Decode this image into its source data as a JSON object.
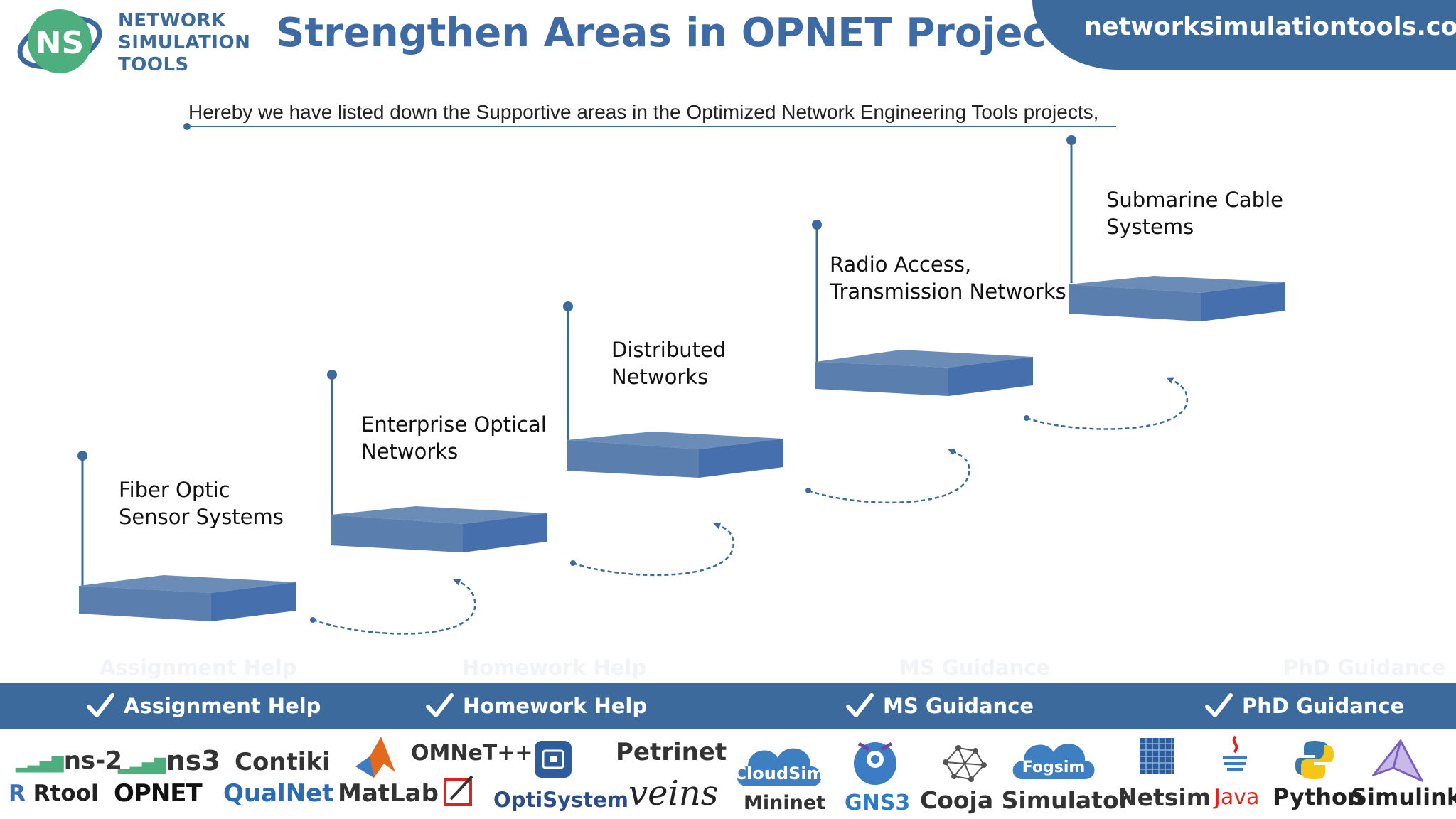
{
  "brand": {
    "initials": "NS",
    "line1": "NETWORK",
    "line2": "SIMULATION",
    "line3": "TOOLS",
    "primary_color": "#3d6a9c",
    "accent_color": "#4caf7d"
  },
  "header": {
    "title": "Strengthen Areas in OPNET Projects",
    "site": "networksimulationtools.com"
  },
  "intro": "Hereby we have listed down the Supportive areas in the Optimized Network Engineering Tools projects,",
  "steps": [
    {
      "line1": "Fiber Optic",
      "line2": "Sensor Systems"
    },
    {
      "line1": "Enterprise Optical",
      "line2": "Networks"
    },
    {
      "line1": "Distributed",
      "line2": "Networks"
    },
    {
      "line1": "Radio Access,",
      "line2": "Transmission Networks"
    },
    {
      "line1": "Submarine Cable",
      "line2": "Systems"
    }
  ],
  "services": [
    "Assignment Help",
    "Homework Help",
    "MS  Guidance",
    "PhD  Guidance"
  ],
  "tools": {
    "ns2": "ns-2",
    "ns3": "ns3",
    "contiki": "Contiki",
    "omnet": "OMNeT++",
    "petrinet": "Petrinet",
    "cloudsim": "CloudSim",
    "fogsim": "Fogsim",
    "rtool": "Rtool",
    "opnet": "OPNET",
    "qualnet": "QualNet",
    "matlab": "MatLab",
    "optisystem": "OptiSystem",
    "veins": "veins",
    "mininet": "Mininet",
    "gns3": "GNS3",
    "cooja": "Cooja Simulator",
    "netsim": "Netsim",
    "java": "Java",
    "python": "Python",
    "simulink": "Simulink"
  }
}
